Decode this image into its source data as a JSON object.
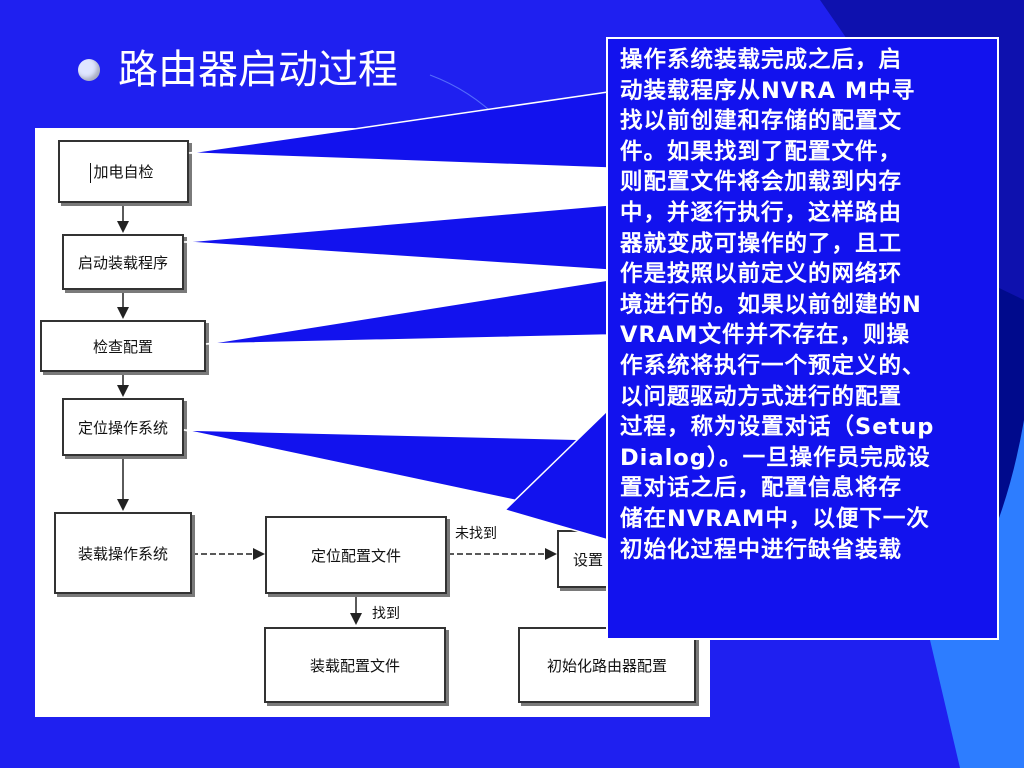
{
  "slide": {
    "title": "路由器启动过程"
  },
  "flowchart": {
    "boxes": {
      "power_on_self_test": "加电自检",
      "boot_loader": "启动装载程序",
      "check_config": "检查配置",
      "locate_os": "定位操作系统",
      "load_os": "装载操作系统",
      "locate_config_file": "定位配置文件",
      "setup_dialog_partial": "设置",
      "load_config_file": "装载配置文件",
      "init_router_config": "初始化路由器配置"
    },
    "edge_labels": {
      "not_found": "未找到",
      "found": "找到"
    }
  },
  "callout": {
    "lines": [
      "操作系统装载完成之后，启",
      "动装载程序从NVRA M中寻",
      "找以前创建和存储的配置文",
      "件。如果找到了配置文件，",
      "则配置文件将会加载到内存",
      "中，并逐行执行，这样路由",
      "器就变成可操作的了，且工",
      "作是按照以前定义的网络环",
      "境进行的。如果以前创建的N",
      "VRAM文件并不存在，则操",
      "作系统将执行一个预定义的、",
      "以问题驱动方式进行的配置",
      "过程，称为设置对话（Setup",
      "Dialog）。一旦操作员完成设",
      "置对话之后，配置信息将存",
      "储在NVRAM中，以便下一次",
      "初始化过程中进行缺省装载"
    ]
  },
  "colors": {
    "background": "#1f20f0",
    "callout_fill": "#1212ee",
    "navy_band": "#000a8c",
    "light_blue_band": "#2d7dff"
  }
}
